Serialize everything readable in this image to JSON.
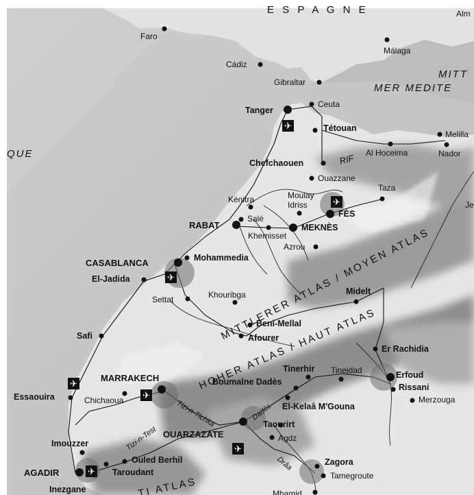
{
  "regions": [
    {
      "id": "espagne",
      "label": "E S P A G N E"
    },
    {
      "id": "mer-1",
      "label": "MITT"
    },
    {
      "id": "mer-2",
      "label": "MER MEDITE"
    },
    {
      "id": "que",
      "label": "QUE"
    }
  ],
  "mountains": [
    {
      "id": "rif",
      "label": "RIF"
    },
    {
      "id": "mittlerer",
      "label": "MITTLERER ATLAS / MOYEN ATLAS"
    },
    {
      "id": "hoher",
      "label": "HOHER ATLAS / HAUT ATLAS"
    },
    {
      "id": "anti",
      "label": "TI ATLAS"
    }
  ],
  "rivers": [
    {
      "id": "dades",
      "label": "Dadès"
    },
    {
      "id": "draa",
      "label": "Drâa"
    }
  ],
  "passes": [
    {
      "id": "tizi-test",
      "label": "Tizi-n-Test"
    },
    {
      "id": "tizi-tichka",
      "label": "Tizi-n-Tichka"
    }
  ],
  "places": [
    {
      "id": "faro",
      "label": "Faro"
    },
    {
      "id": "malaga",
      "label": "Málaga"
    },
    {
      "id": "alm",
      "label": "Alm"
    },
    {
      "id": "cadiz",
      "label": "Cádiz"
    },
    {
      "id": "gibraltar",
      "label": "Gibraltar"
    },
    {
      "id": "tanger",
      "label": "Tanger"
    },
    {
      "id": "ceuta",
      "label": "Ceuta"
    },
    {
      "id": "tetouan",
      "label": "Tétouan"
    },
    {
      "id": "melilla",
      "label": "Melilla"
    },
    {
      "id": "nador",
      "label": "Nador"
    },
    {
      "id": "alhoceima",
      "label": "Al Hoceima"
    },
    {
      "id": "chefchaouen",
      "label": "Chefchaouen"
    },
    {
      "id": "ouazzane",
      "label": "Ouazzane"
    },
    {
      "id": "taza",
      "label": "Taza"
    },
    {
      "id": "je",
      "label": "Je"
    },
    {
      "id": "kenitra",
      "label": "Kénitra"
    },
    {
      "id": "moulay-1",
      "label": "Moulay"
    },
    {
      "id": "moulay-2",
      "label": "Idriss"
    },
    {
      "id": "fes",
      "label": "FÈS"
    },
    {
      "id": "sale",
      "label": "Salé"
    },
    {
      "id": "rabat",
      "label": "RABAT"
    },
    {
      "id": "meknes",
      "label": "MEKNÈS"
    },
    {
      "id": "khemisset",
      "label": "Khemisset"
    },
    {
      "id": "azrou",
      "label": "Azrou"
    },
    {
      "id": "casablanca",
      "label": "CASABLANCA"
    },
    {
      "id": "mohammedia",
      "label": "Mohammedia"
    },
    {
      "id": "eljadida",
      "label": "El-Jadida"
    },
    {
      "id": "settat",
      "label": "Settat"
    },
    {
      "id": "khouribga",
      "label": "Khouribga"
    },
    {
      "id": "midelt",
      "label": "Midelt"
    },
    {
      "id": "benimellal",
      "label": "Beni-Mellal"
    },
    {
      "id": "afourer",
      "label": "Afourer"
    },
    {
      "id": "safi",
      "label": "Safi"
    },
    {
      "id": "errachidia",
      "label": "Er Rachidia"
    },
    {
      "id": "marrakech",
      "label": "MARRAKECH"
    },
    {
      "id": "tinerhir",
      "label": "Tinerhir"
    },
    {
      "id": "tinejdad",
      "label": "Tinejdad"
    },
    {
      "id": "boumalne",
      "label": "Boumalne Dadès"
    },
    {
      "id": "erfoud",
      "label": "Erfoud"
    },
    {
      "id": "rissani",
      "label": "Rissani"
    },
    {
      "id": "merzouga",
      "label": "Merzouga"
    },
    {
      "id": "essaouira",
      "label": "Essaouira"
    },
    {
      "id": "chichaoua",
      "label": "Chichaoua"
    },
    {
      "id": "kelaa",
      "label": "El-Kelaâ M'Gouna"
    },
    {
      "id": "taourirt",
      "label": "Taourirt"
    },
    {
      "id": "ouarzazate",
      "label": "OUARZAZATE"
    },
    {
      "id": "agdz",
      "label": "Agdz"
    },
    {
      "id": "imouzzer",
      "label": "Imouzzer"
    },
    {
      "id": "ouledberhil",
      "label": "Ouled Berhil"
    },
    {
      "id": "zagora",
      "label": "Zagora"
    },
    {
      "id": "agadir",
      "label": "AGADIR"
    },
    {
      "id": "taroudant",
      "label": "Taroudant"
    },
    {
      "id": "tamegroute",
      "label": "Tamegroute"
    },
    {
      "id": "inezgane",
      "label": "Inezgane"
    },
    {
      "id": "mhamid",
      "label": "Mhamid"
    }
  ],
  "airport_symbol": "✈"
}
